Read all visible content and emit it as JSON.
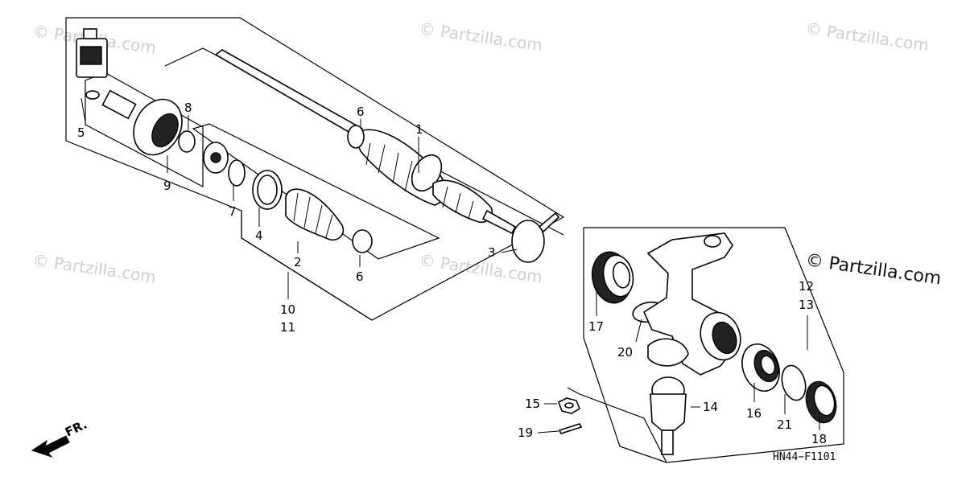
{
  "watermarks": [
    {
      "id": "wm1",
      "text": "© Partzilla.com"
    },
    {
      "id": "wm2",
      "text": "© Partzilla.com"
    },
    {
      "id": "wm3",
      "text": "© Partzilla.com"
    },
    {
      "id": "wm4",
      "text": "© Partzilla.com"
    },
    {
      "id": "wm5",
      "text": "© Partzilla.com"
    },
    {
      "id": "wm6",
      "text": "© Partzilla.com"
    }
  ],
  "callouts": {
    "c1": "1",
    "c2": "2",
    "c3": "3",
    "c4": "4",
    "c5": "5",
    "c6a": "6",
    "c6b": "6",
    "c7": "7",
    "c8": "8",
    "c9": "9",
    "c10": "10",
    "c11": "11",
    "c12": "12",
    "c13": "13",
    "c14": "14",
    "c15": "15",
    "c16": "16",
    "c17": "17",
    "c18": "18",
    "c19": "19",
    "c20": "20",
    "c21": "21"
  },
  "diagram_code": "HN44−F1101",
  "direction_label": "FR."
}
